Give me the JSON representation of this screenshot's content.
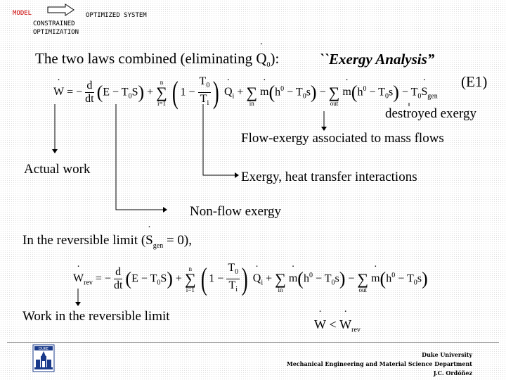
{
  "header": {
    "model": "MODEL",
    "optimized_system": "OPTIMIZED SYSTEM",
    "constrained": "CONSTRAINED",
    "optimization": "OPTIMIZATION"
  },
  "intro": {
    "text": "The two laws combined (eliminating",
    "q0_sym": "Q",
    "q0_sub": "0",
    "close": "):"
  },
  "title": "``Exergy Analysis”",
  "eq_label": "(E1)",
  "annotations": {
    "destroyed": "destroyed exergy",
    "flow_exergy": "Flow-exergy associated to mass flows",
    "actual_work": "Actual work",
    "heat_transfer": "Exergy, heat transfer interactions",
    "non_flow": "Non-flow exergy",
    "reversible_limit": "In the reversible limit (",
    "reversible_close": "),",
    "work_rev_label": "Work in the reversible limit"
  },
  "footer": {
    "university": "Duke University",
    "department": "Mechanical Engineering and Material Science Department",
    "author": "J.C. Ordóñez"
  }
}
